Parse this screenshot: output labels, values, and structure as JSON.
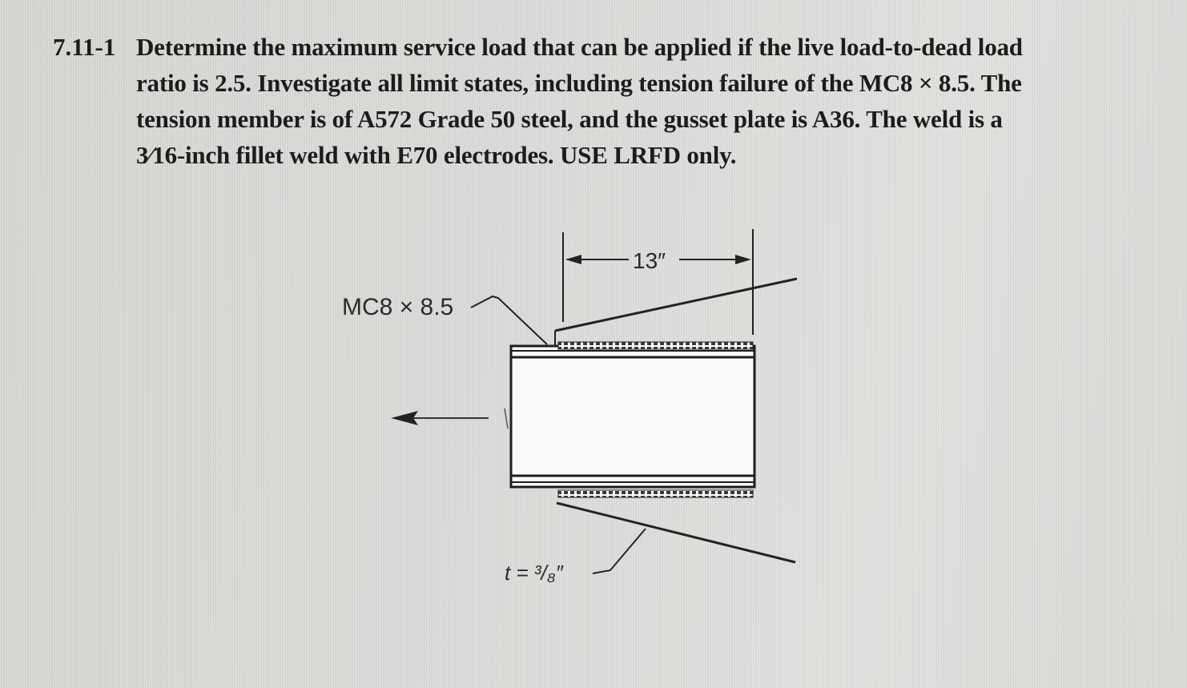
{
  "problem": {
    "number": "7.11-1",
    "lines": [
      "Determine the maximum service load that can be applied if the live load-to-dead load",
      "ratio is 2.5. Investigate all limit states, including tension failure of the MC8 × 8.5. The",
      "tension member is of A572 Grade 50 steel, and the gusset plate is A36. The weld is a",
      "3⁄16-inch fillet weld with E70 electrodes. USE LRFD only."
    ]
  },
  "figure": {
    "member_label": "MC8 × 8.5",
    "length_label": "13″",
    "thickness_label": "t = ³/₈″"
  }
}
